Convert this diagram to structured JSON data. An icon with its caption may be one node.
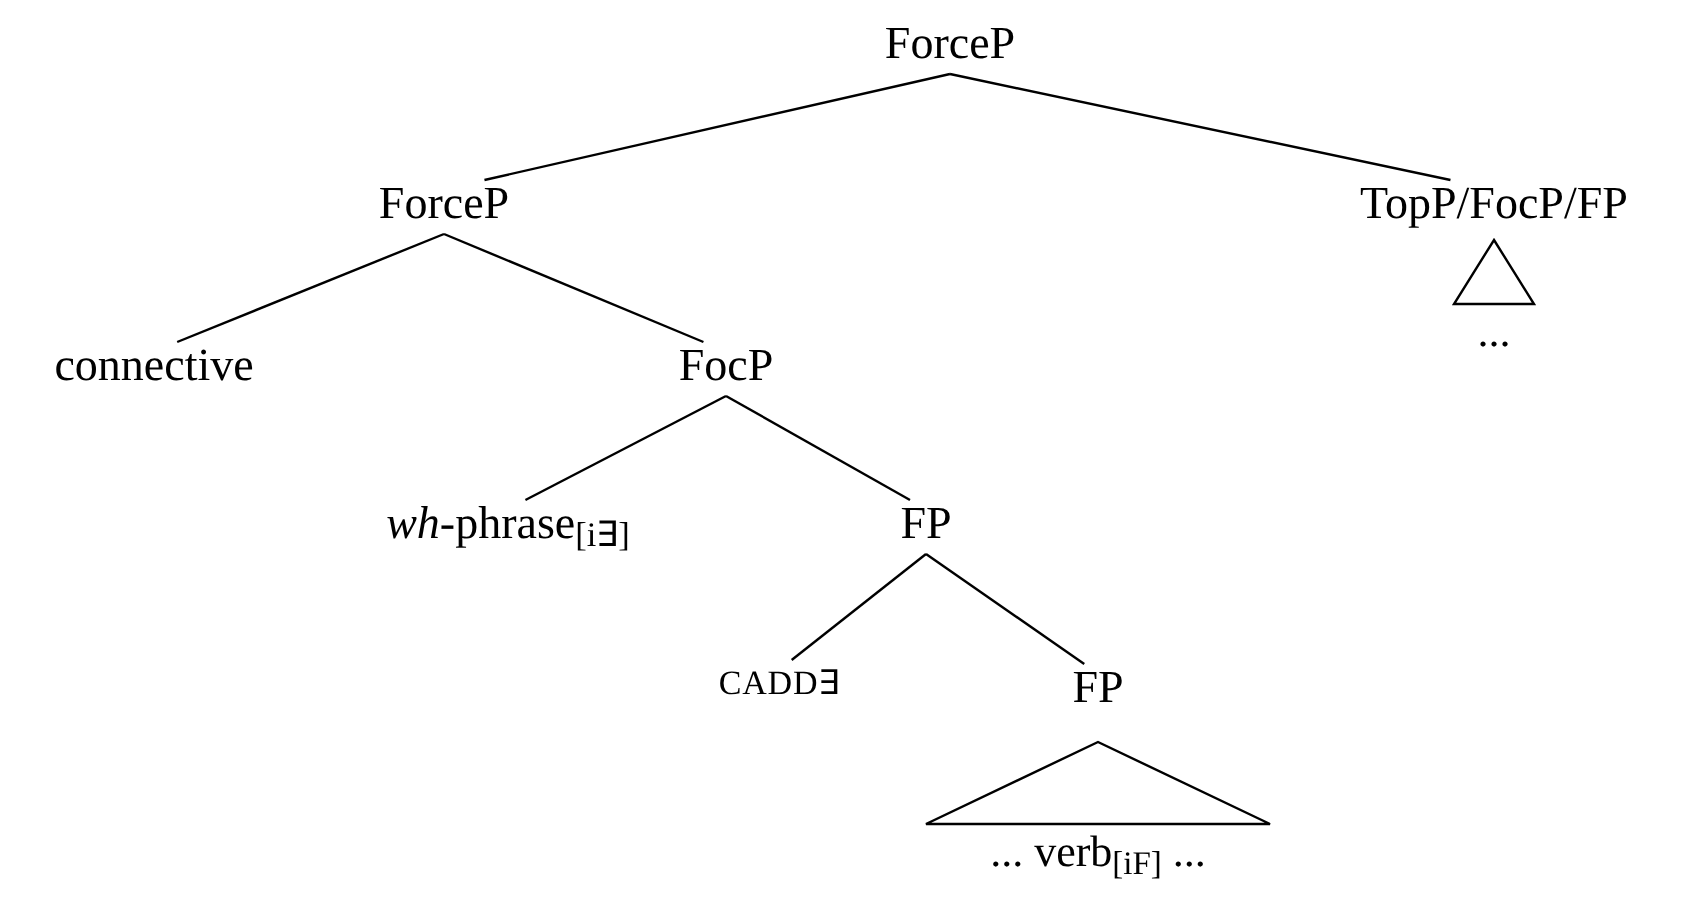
{
  "diagram": {
    "nodes": [
      {
        "text": [
          "ForceP"
        ]
      },
      {
        "text": [
          "ForceP"
        ]
      },
      {
        "text": [
          "TopP/FocP/FP"
        ]
      },
      {
        "text": [],
        "shape": "triangle",
        "beside": [
          "..."
        ]
      },
      {
        "text": [
          "connective"
        ]
      },
      {
        "text": [
          "FocP"
        ]
      },
      {
        "text": [
          "*wh*-phrase$_{[i∃]}$"
        ]
      },
      {
        "text": [
          "FP"
        ]
      },
      {
        "text": [
          "CADD∃"
        ]
      },
      {
        "text": [
          "FP"
        ]
      },
      {
        "text": [],
        "shape": "triangle",
        "beside": [
          "... verb$_{[iF]}$ ..."
        ]
      }
    ],
    "edges": [
      {
        "from": 0,
        "to": 1,
        "arrow": "none"
      },
      {
        "from": 0,
        "to": 2,
        "arrow": "none"
      },
      {
        "from": 1,
        "to": 4,
        "arrow": "none"
      },
      {
        "from": 1,
        "to": 5,
        "arrow": "none"
      },
      {
        "from": 5,
        "to": 6,
        "arrow": "none"
      },
      {
        "from": 5,
        "to": 7,
        "arrow": "none"
      },
      {
        "from": 7,
        "to": 8,
        "arrow": "none"
      },
      {
        "from": 7,
        "to": 9,
        "arrow": "none"
      }
    ]
  }
}
